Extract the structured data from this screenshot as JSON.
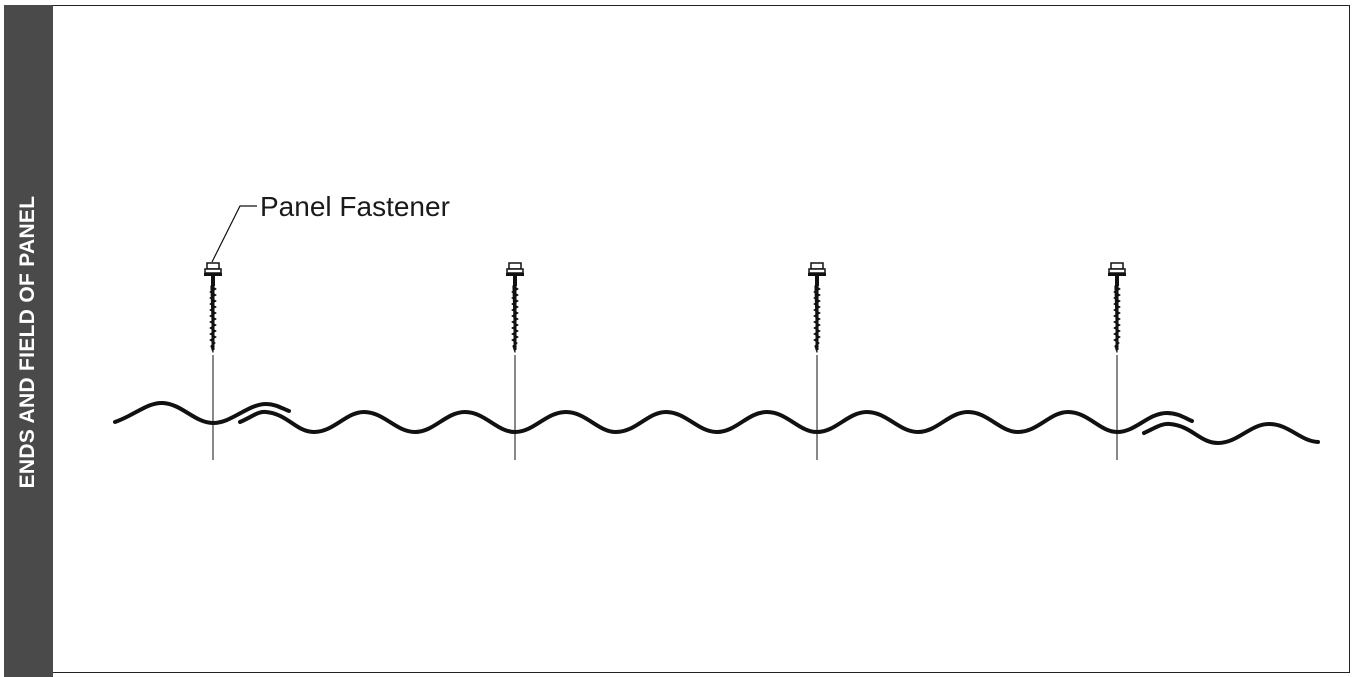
{
  "side_label": "ENDS AND FIELD OF PANEL",
  "callout": {
    "label": "Panel Fastener"
  },
  "fasteners": [
    {
      "name": "fastener-1"
    },
    {
      "name": "fastener-2"
    },
    {
      "name": "fastener-3"
    },
    {
      "name": "fastener-4"
    }
  ],
  "colors": {
    "band": "#4a4a4a",
    "line": "#111111",
    "text": "#1a1a1a"
  }
}
